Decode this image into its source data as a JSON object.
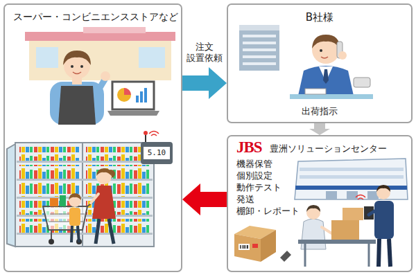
{
  "diagram": {
    "nodes": [
      {
        "text": [
          "スーパー・コンビニエンスストアなど"
        ]
      },
      {
        "text": [
          "B社様",
          "出荷指示"
        ]
      },
      {
        "text": [
          "JBS",
          "豊洲ソリューションセンター",
          "機器保管",
          "個別設定",
          "動作テスト",
          "発送",
          "棚卸・レポート"
        ]
      }
    ],
    "edges": [
      {
        "from": 0,
        "to": 1,
        "arrow": "to",
        "label": "注文 設置依頼"
      },
      {
        "from": 1,
        "to": 2,
        "arrow": "to"
      },
      {
        "from": 2,
        "to": 0,
        "arrow": "to"
      }
    ],
    "labels": [
      "5.10"
    ]
  }
}
